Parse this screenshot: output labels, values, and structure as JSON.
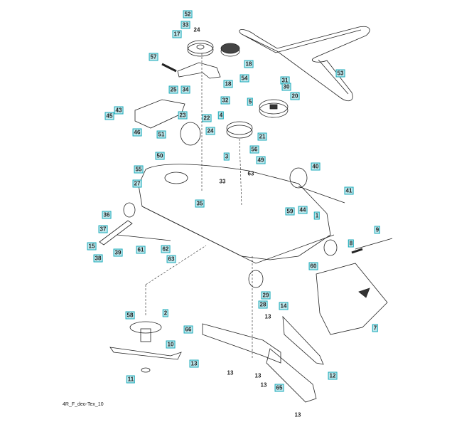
{
  "diagram": {
    "caption": "4R_F_deo-Tex_10",
    "accent_color": "#1aa9b8",
    "label_fill": "#bfe9ee",
    "boxed_labels": [
      "52",
      "33",
      "17",
      "57",
      "34",
      "18",
      "18",
      "54",
      "32",
      "25",
      "43",
      "45",
      "46",
      "23",
      "22",
      "24",
      "51",
      "50",
      "55",
      "27",
      "35",
      "5",
      "4",
      "3",
      "56",
      "49",
      "21",
      "20",
      "31",
      "30",
      "53",
      "40",
      "41",
      "59",
      "44",
      "1",
      "36",
      "37",
      "15",
      "38",
      "39",
      "61",
      "62",
      "63",
      "58",
      "2",
      "10",
      "11",
      "66",
      "13",
      "29",
      "28",
      "14",
      "7",
      "12",
      "65",
      "60",
      "8",
      "9"
    ],
    "plain_labels": [
      "24",
      "33",
      "63",
      "13",
      "13",
      "13",
      "13",
      "13"
    ]
  }
}
